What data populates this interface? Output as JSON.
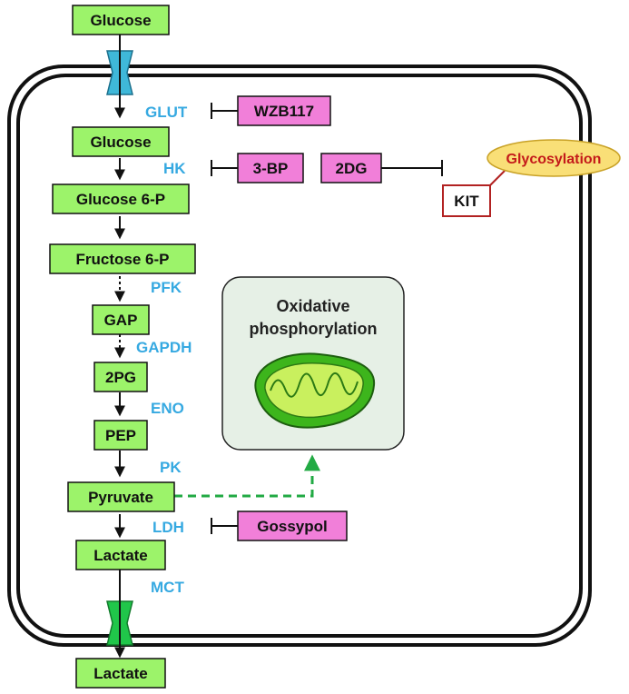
{
  "colors": {
    "metabolite_fill": "#9cf36a",
    "inhibitor_fill": "#f17fd9",
    "enzyme_text": "#36a9e1",
    "glut_transporter": "#3fb8d9",
    "mct_transporter": "#20c64a",
    "mito_outer": "#3db51c",
    "mito_inner": "#c9f05e",
    "ox_box_fill": "#e6f0e6",
    "pyruvate_link": "#22aa44",
    "glyco_fill": "#f9df77",
    "glyco_text": "#c41a1a",
    "kit_border": "#b22222"
  },
  "metabolites": {
    "glucose_out": "Glucose",
    "glucose_in": "Glucose",
    "g6p": "Glucose 6-P",
    "f6p": "Fructose 6-P",
    "gap": "GAP",
    "pg2": "2PG",
    "pep": "PEP",
    "pyruvate": "Pyruvate",
    "lactate_in": "Lactate",
    "lactate_out": "Lactate"
  },
  "enzymes": {
    "glut": "GLUT",
    "hk": "HK",
    "pfk": "PFK",
    "gapdh": "GAPDH",
    "eno": "ENO",
    "pk": "PK",
    "ldh": "LDH",
    "mct": "MCT"
  },
  "inhibitors": {
    "wzb117": "WZB117",
    "bp3": "3-BP",
    "dg2": "2DG",
    "gossypol": "Gossypol"
  },
  "oxphos": {
    "line1": "Oxidative",
    "line2": "phosphorylation"
  },
  "kit": "KIT",
  "glycosylation": "Glycosylation"
}
